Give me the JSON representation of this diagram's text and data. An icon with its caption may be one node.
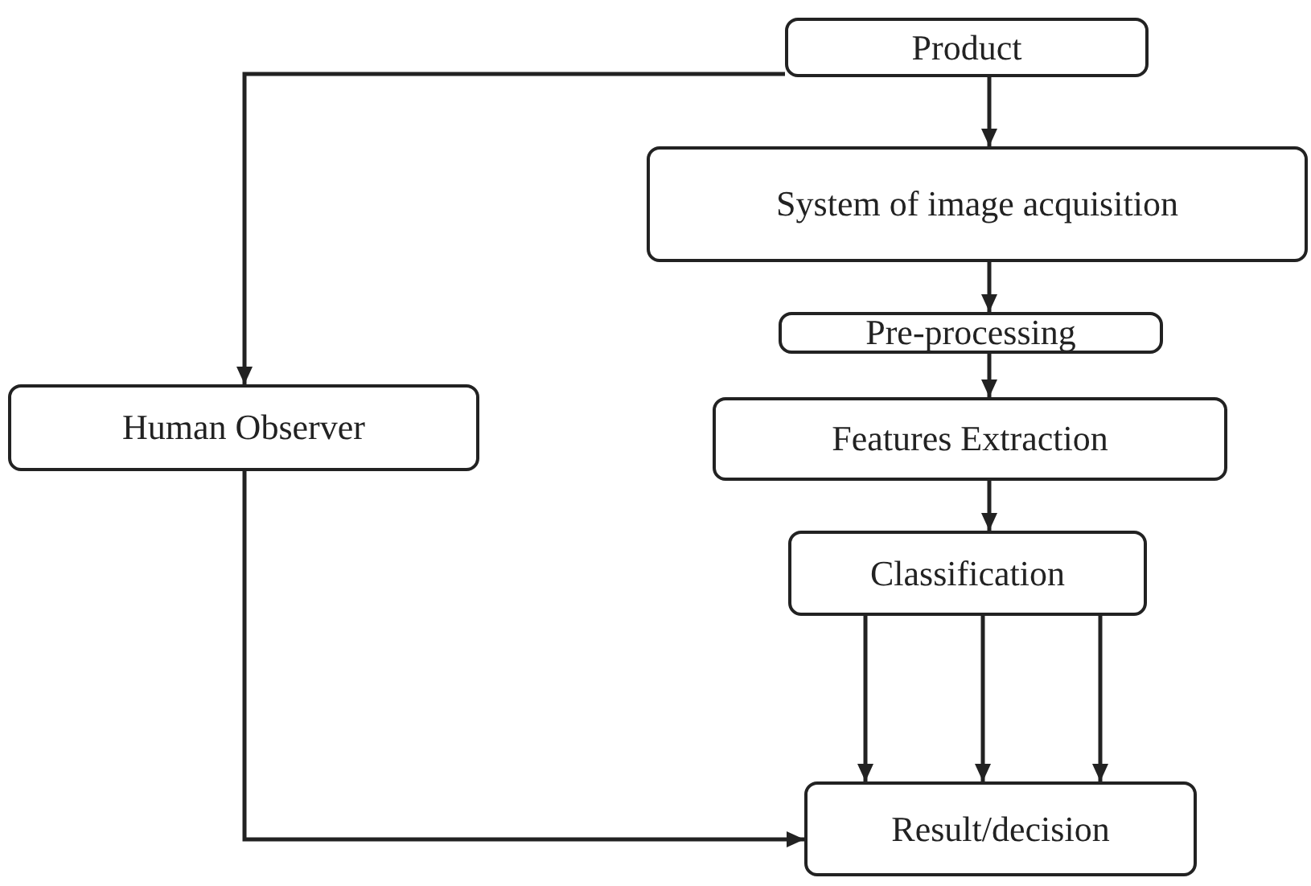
{
  "diagram": {
    "nodes": [
      {
        "text": [
          "Product"
        ]
      },
      {
        "text": [
          "System of image acquisition"
        ]
      },
      {
        "text": [
          "Pre-processing"
        ]
      },
      {
        "text": [
          "Human Observer"
        ]
      },
      {
        "text": [
          "Features Extraction"
        ]
      },
      {
        "text": [
          "Classification"
        ]
      },
      {
        "text": [
          "Result/decision"
        ]
      }
    ],
    "edges": [
      {
        "from": 0,
        "to": 1,
        "arrow": "to"
      },
      {
        "from": 0,
        "to": 3,
        "arrow": "to"
      },
      {
        "from": 1,
        "to": 2,
        "arrow": "to"
      },
      {
        "from": 2,
        "to": 4,
        "arrow": "to"
      },
      {
        "from": 4,
        "to": 5,
        "arrow": "to"
      },
      {
        "from": 5,
        "to": 6,
        "arrow": "to"
      },
      {
        "from": 5,
        "to": 6,
        "arrow": "to"
      },
      {
        "from": 5,
        "to": 6,
        "arrow": "to"
      },
      {
        "from": 3,
        "to": 6,
        "arrow": "to"
      }
    ]
  }
}
